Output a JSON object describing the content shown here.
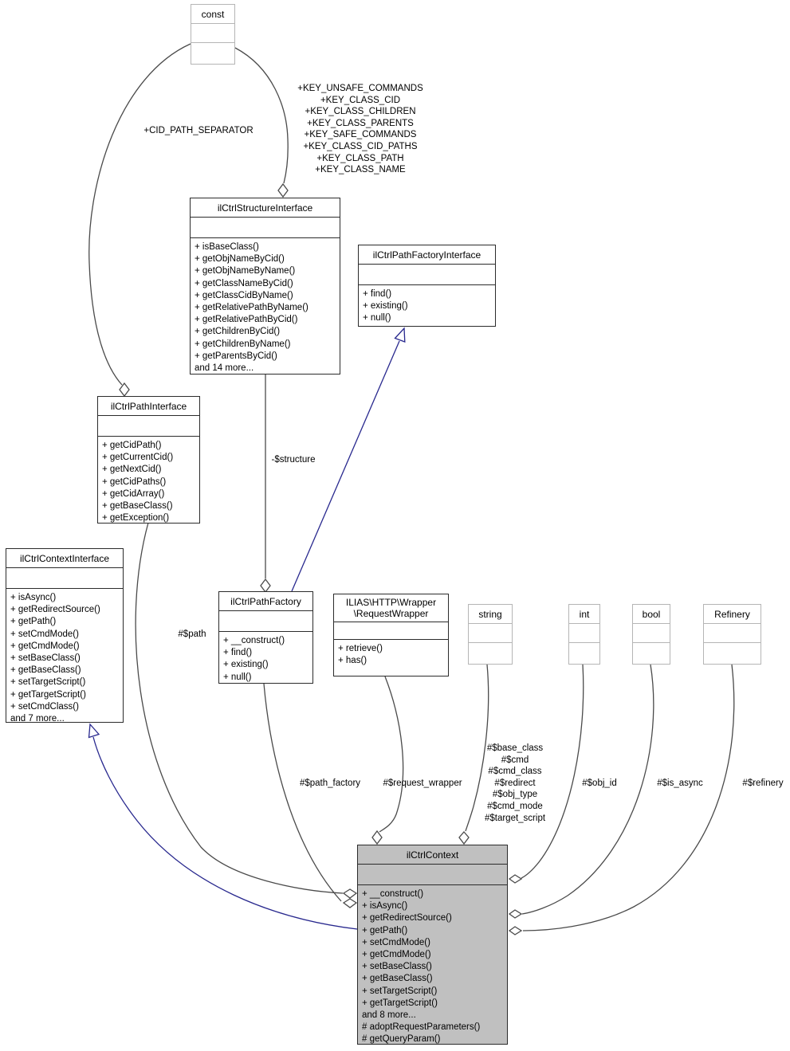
{
  "colors": {
    "edge": "#4a4a4a",
    "inherit": "#28288e",
    "border": "#2b2b2b",
    "muted_border": "#b5b5b5",
    "context_fill": "#c0c0c0"
  },
  "classes": {
    "const_box": {
      "title": "const",
      "members": []
    },
    "structure_interface": {
      "title": "ilCtrlStructureInterface",
      "members": [
        "+ isBaseClass()",
        "+ getObjNameByCid()",
        "+ getObjNameByName()",
        "+ getClassNameByCid()",
        "+ getClassCidByName()",
        "+ getRelativePathByName()",
        "+ getRelativePathByCid()",
        "+ getChildrenByCid()",
        "+ getChildrenByName()",
        "+ getParentsByCid()",
        "and 14 more..."
      ]
    },
    "path_factory_interface": {
      "title": "ilCtrlPathFactoryInterface",
      "members": [
        "+ find()",
        "+ existing()",
        "+ null()"
      ]
    },
    "path_interface": {
      "title": "ilCtrlPathInterface",
      "members": [
        "+ getCidPath()",
        "+ getCurrentCid()",
        "+ getNextCid()",
        "+ getCidPaths()",
        "+ getCidArray()",
        "+ getBaseClass()",
        "+ getException()"
      ]
    },
    "context_interface": {
      "title": "ilCtrlContextInterface",
      "members": [
        "+ isAsync()",
        "+ getRedirectSource()",
        "+ getPath()",
        "+ setCmdMode()",
        "+ getCmdMode()",
        "+ setBaseClass()",
        "+ getBaseClass()",
        "+ setTargetScript()",
        "+ getTargetScript()",
        "+ setCmdClass()",
        "and 7 more..."
      ]
    },
    "path_factory": {
      "title": "ilCtrlPathFactory",
      "members": [
        "+ __construct()",
        "+ find()",
        "+ existing()",
        "+ null()"
      ]
    },
    "request_wrapper": {
      "title_lines": [
        "ILIAS\\HTTP\\Wrapper",
        "\\RequestWrapper"
      ],
      "members": [
        "+ retrieve()",
        "+ has()"
      ]
    },
    "string_box": {
      "title": "string",
      "members": []
    },
    "int_box": {
      "title": "int",
      "members": []
    },
    "bool_box": {
      "title": "bool",
      "members": []
    },
    "refinery_box": {
      "title": "Refinery",
      "members": []
    },
    "context": {
      "title": "ilCtrlContext",
      "members": [
        "+ __construct()",
        "+ isAsync()",
        "+ getRedirectSource()",
        "+ getPath()",
        "+ setCmdMode()",
        "+ getCmdMode()",
        "+ setBaseClass()",
        "+ getBaseClass()",
        "+ setTargetScript()",
        "+ getTargetScript()",
        "and 8 more...",
        "# adoptRequestParameters()",
        "# getQueryParam()"
      ]
    }
  },
  "edge_labels": {
    "cid_path_separator": "+CID_PATH_SEPARATOR",
    "key_constants": [
      "+KEY_UNSAFE_COMMANDS",
      "+KEY_CLASS_CID",
      "+KEY_CLASS_CHILDREN",
      "+KEY_CLASS_PARENTS",
      "+KEY_SAFE_COMMANDS",
      "+KEY_CLASS_CID_PATHS",
      "+KEY_CLASS_PATH",
      "+KEY_CLASS_NAME"
    ],
    "structure": "-$structure",
    "path": "#$path",
    "path_factory": "#$path_factory",
    "request_wrapper": "#$request_wrapper",
    "request_params": [
      "#$base_class",
      "#$cmd",
      "#$cmd_class",
      "#$redirect",
      "#$obj_type",
      "#$cmd_mode",
      "#$target_script"
    ],
    "obj_id": "#$obj_id",
    "is_async": "#$is_async",
    "refinery": "#$refinery"
  }
}
